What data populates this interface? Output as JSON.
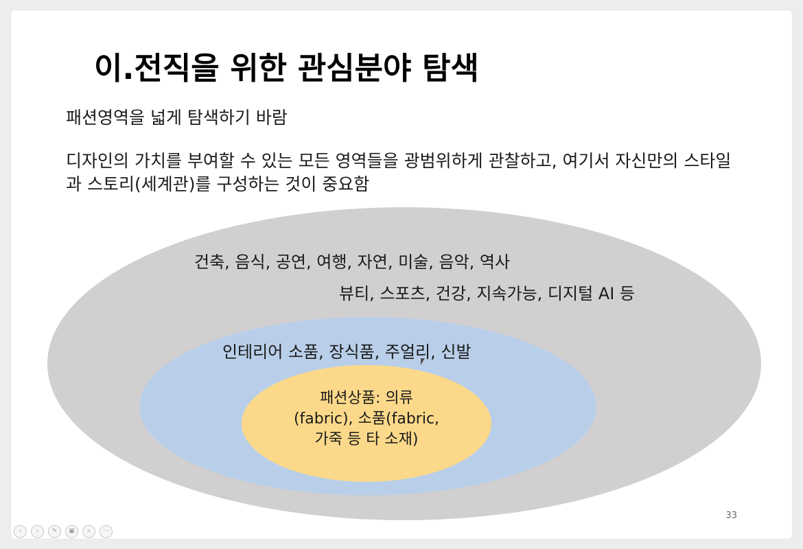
{
  "slide": {
    "title": "이.전직을 위한 관심분야 탐색",
    "line1": "패션영역을 넓게 탐색하기 바람",
    "paragraph": "디자인의 가치를 부여할 수 있는 모든 영역들을 광범위하게 관찰하고, 여기서 자신만의 스타일과 스토리(세계관)를 구성하는 것이 중요함",
    "page_number": "33"
  },
  "diagram": {
    "outer_line1": "건축, 음식, 공연, 여행, 자연, 미술, 음악, 역사",
    "outer_line2": "뷰티, 스포츠, 건강, 지속가능, 디지털 AI 등",
    "middle": "인테리어 소품, 장식품, 주얼리, 신발",
    "inner_line1": "패션상품: 의류",
    "inner_line2": "(fabric), 소품(fabric,",
    "inner_line3": "가죽 등 타 소재)"
  },
  "colors": {
    "outer_ellipse": "#d1cfd0",
    "middle_ellipse": "#b9cfe9",
    "inner_ellipse": "#fcd98a"
  },
  "toolbar": {
    "icons": [
      "prev-icon",
      "next-icon",
      "pen-icon",
      "slides-icon",
      "zoom-icon",
      "more-icon"
    ],
    "glyphs": [
      "‹",
      "›",
      "✎",
      "▣",
      "⌕",
      "⋯"
    ]
  }
}
